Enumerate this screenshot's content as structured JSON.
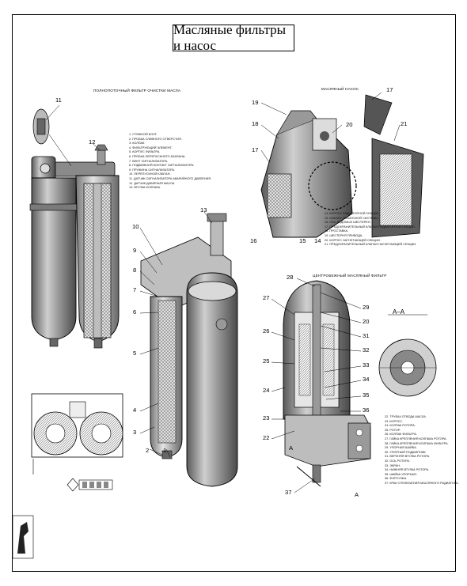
{
  "sheet": {
    "title": "Масляные фильтры и насос"
  },
  "sections": {
    "full_flow_filter": "ПОЛНОПОТОЧНЫЙ ФИЛЬТР ОЧИСТКИ МАСЛА",
    "oil_pump": "МАСЛЯНЫЙ НАСОС",
    "centrifugal_filter": "ЦЕНТРОБЕЖНЫЙ МАСЛЯНЫЙ ФИЛЬТР",
    "section_aa": "А–А"
  },
  "legend_filter": [
    "1. СТЯЖНОЙ БОЛТ.",
    "2. ПРОБКА СЛИВНОГО ОТВЕРСТИЯ.",
    "3. КОЛПАК.",
    "4. ФИЛЬТРУЮЩИЙ ЭЛЕМЕНТ.",
    "5. КОРПУС ФИЛЬТРА.",
    "6. ПРОБКА ПЕРЕПУСКНОГО КЛАПАНА.",
    "7. ВИНТ СИГНАЛИЗАТОРА.",
    "8. ПОДВИЖНОЙ КОНТАКТ СИГНАЛИЗАТОРА.",
    "9. ПРУЖИНА СИГНАЛИЗАТОРА.",
    "10. ПЕРЕПУСКНОЙ КЛАПАН.",
    "11. ДАТЧИК СИГНАЛИЗАТОРА АВАРИЙНОГО ДАВЛЕНИЯ.",
    "12. ДАТЧИК ДАВЛЕНИЯ МАСЛА.",
    "13. ВТУЛКА КОЛПАКА."
  ],
  "legend_pump": [
    "14. КОРПУС РАДИАТОРНОЙ СЕКЦИИ.",
    "15. КЛАПАН СМАЗОЧНОЙ СИСТЕМЫ.",
    "16. ОСЬ ВЕДОМЫХ ШЕСТЕРЕН.",
    "17. ПРЕДОХРАНИТЕЛЬНЫЙ КЛАПАН РАДИАТОРНОЙ СЕКЦИИ.",
    "18. ПРОСТАВКА.",
    "19. ШЕСТЕРНЯ ПРИВОДА.",
    "20. КОРПУС НАГНЕТАЮЩЕЙ СЕКЦИИ.",
    "21. ПРЕДОХРАНИТЕЛЬНЫЙ КЛАПАН НАГНЕТАЮЩЕЙ СЕКЦИИ."
  ],
  "legend_centrifuge": [
    "22. ТРУБКА ОТВОДА МАСЛА.",
    "23. КОРПУС.",
    "24. КОЛПАК РОТОРА.",
    "25. РОТОР.",
    "26. КОЛПАК ФИЛЬТРА.",
    "27. ГАЙКА КРЕПЛЕНИЯ КОЛПАКА РОТОРА.",
    "28. ГАЙКА КРЕПЛЕНИЯ КОЛПАКА ФИЛЬТРА.",
    "29. УПОРНАЯ ШАЙБА.",
    "30. УПОРНЫЙ ПОДШИПНИК.",
    "31. ВЕРХНЯЯ ВТУЛКА РОТОРА.",
    "32. ОСЬ РОТОРА.",
    "33. ЭКРАН.",
    "34. НИЖНЯЯ ВТУЛКА РОТОРА.",
    "35. ШАЙБА УПОРНАЯ.",
    "36. ФОРСУНКА.",
    "37. КРАН ОТКЛЮЧЕНИЯ МАСЛЯНОГО РАДИАТОРА."
  ],
  "callouts": {
    "c1": "1",
    "c2": "2",
    "c3": "3",
    "c4": "4",
    "c5": "5",
    "c6": "6",
    "c7": "7",
    "c8": "8",
    "c9": "9",
    "c10": "10",
    "c11": "11",
    "c12": "12",
    "c13": "13",
    "c14": "14",
    "c15": "15",
    "c16": "16",
    "c17a": "17",
    "c17b": "17",
    "c18": "18",
    "c19": "19",
    "c20": "20",
    "c20b": "20",
    "c21": "21",
    "c22": "22",
    "c23": "23",
    "c24": "24",
    "c25": "25",
    "c26": "26",
    "c27": "27",
    "c28": "28",
    "c29": "29",
    "c31": "31",
    "c32": "32",
    "c33": "33",
    "c34": "34",
    "c35": "35",
    "c36": "36",
    "c37": "37",
    "a1": "А",
    "a2": "А"
  },
  "colors": {
    "ink": "#000000",
    "metal_dark": "#6e6e6e",
    "metal_mid": "#a8a8a8",
    "metal_light": "#dcdcdc",
    "mesh": "#8a8a8a"
  }
}
